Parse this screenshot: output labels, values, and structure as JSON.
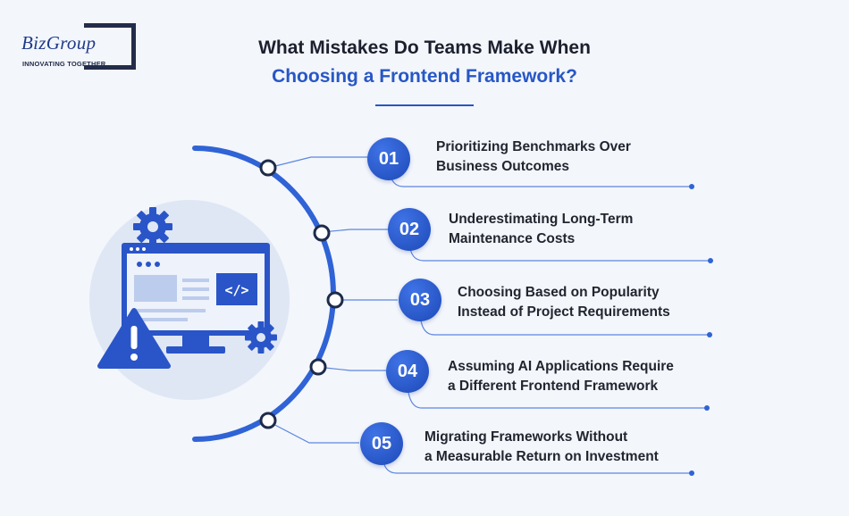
{
  "brand": {
    "name": "BizGroup",
    "tagline": "INNOVATING TOGETHER"
  },
  "title": {
    "line1": "What Mistakes Do Teams Make When",
    "line2": "Choosing a Frontend Framework?"
  },
  "colors": {
    "accent": "#2757c6",
    "badge": "#2757c6",
    "text": "#22252f",
    "background": "#f3f6fb",
    "warning": "#2a55c8"
  },
  "illustration": {
    "icons": [
      "gear-icon",
      "monitor-icon",
      "code-icon",
      "warning-icon"
    ],
    "code_glyph": "</>"
  },
  "items": [
    {
      "number": "01",
      "line1": "Prioritizing Benchmarks Over",
      "line2": "Business Outcomes"
    },
    {
      "number": "02",
      "line1": "Underestimating Long-Term",
      "line2": "Maintenance Costs"
    },
    {
      "number": "03",
      "line1": "Choosing Based on Popularity",
      "line2": "Instead of Project Requirements"
    },
    {
      "number": "04",
      "line1": "Assuming AI Applications Require",
      "line2": "a Different Frontend Framework"
    },
    {
      "number": "05",
      "line1": "Migrating Frameworks Without",
      "line2": "a Measurable Return on Investment"
    }
  ]
}
